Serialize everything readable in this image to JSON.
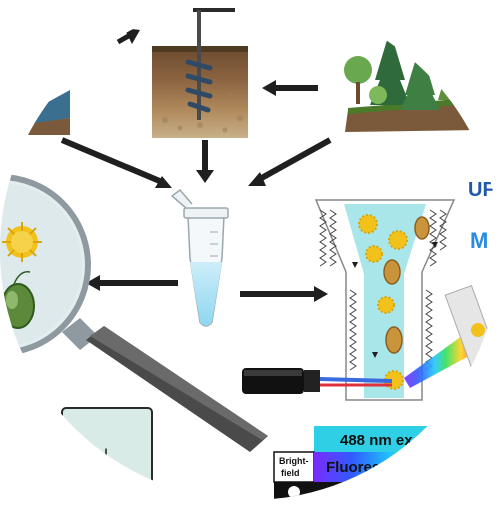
{
  "figure": {
    "logos": {
      "left_partial": "UF",
      "bottom_partial": "M"
    },
    "spectrum_panel": {
      "header_text": "488 nm ex",
      "brightfield_label_line1": "Bright-",
      "brightfield_label_line2": "field",
      "fluorescence_label": "Fluoresc"
    },
    "colors": {
      "arrow": "#1f1f1f",
      "cyan_header": "#2fd0e6",
      "water": "#a8e6ea",
      "pollen": "#f2c21a",
      "seed": "#c9943c",
      "magnifier_handle": "#4a4a4a",
      "laser_red": "#e0303c",
      "laser_blue": "#3a6ae0"
    }
  }
}
